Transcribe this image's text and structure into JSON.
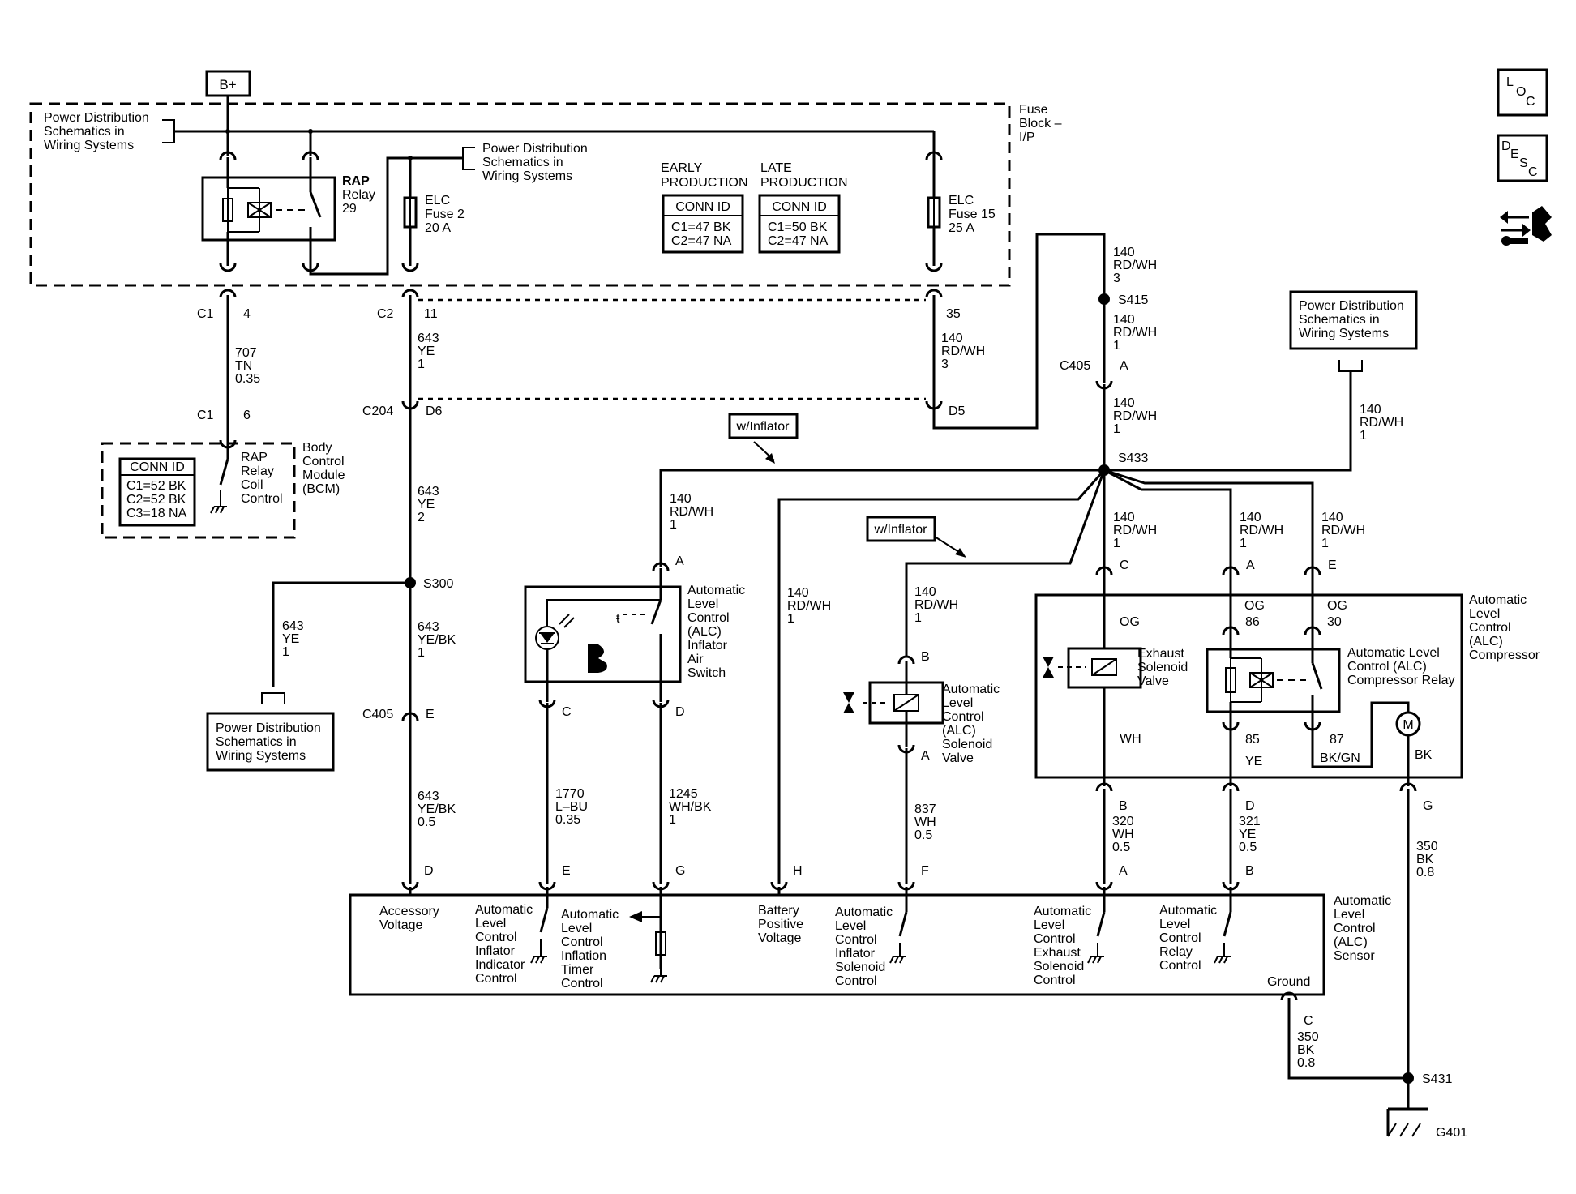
{
  "labels": {
    "bplus": "B+",
    "fuse_block": [
      "Fuse",
      "Block –",
      "I/P"
    ],
    "pd_top_left": [
      "Power Distribution",
      "Schematics in",
      "Wiring Systems"
    ],
    "pd_top_mid": [
      "Power Distribution",
      "Schematics in",
      "Wiring Systems"
    ],
    "pd_right": [
      "Power Distribution",
      "Schematics in",
      "Wiring Systems"
    ],
    "pd_left_bottom": [
      "Power Distribution",
      "Schematics in",
      "Wiring Systems"
    ],
    "rap_relay": [
      "RAP",
      "Relay",
      "29"
    ],
    "elc_fuse2": [
      "ELC",
      "Fuse 2",
      "20 A"
    ],
    "elc_fuse15": [
      "ELC",
      "Fuse 15",
      "25 A"
    ],
    "early_production": [
      "EARLY",
      "PRODUCTION"
    ],
    "late_production": [
      "LATE",
      "PRODUCTION"
    ],
    "conn_id": "CONN ID",
    "early_ids": [
      "C1=47 BK",
      "C2=47 NA"
    ],
    "late_ids": [
      "C1=50 BK",
      "C2=47 NA"
    ],
    "bcm_ids": [
      "C1=52 BK",
      "C2=52 BK",
      "C3=18 NA"
    ],
    "bcm_label": [
      "Body",
      "Control",
      "Module",
      "(BCM)"
    ],
    "rap_coil": [
      "RAP",
      "Relay",
      "Coil",
      "Control"
    ],
    "w_inflator": "w/Inflator",
    "inflator_switch": [
      "Automatic",
      "Level",
      "Control",
      "(ALC)",
      "Inflator",
      "Air",
      "Switch"
    ],
    "solenoid_valve": [
      "Automatic",
      "Level",
      "Control",
      "(ALC)",
      "Solenoid",
      "Valve"
    ],
    "exhaust_valve": [
      "Exhaust",
      "Solenoid",
      "Valve"
    ],
    "comp_relay": [
      "Automatic Level",
      "Control (ALC)",
      "Compressor Relay"
    ],
    "compressor": [
      "Automatic",
      "Level",
      "Control",
      "(ALC)",
      "Compressor"
    ],
    "sensor": [
      "Automatic",
      "Level",
      "Control",
      "(ALC)",
      "Sensor"
    ],
    "ground": "Ground",
    "accessory_voltage": [
      "Accessory",
      "Voltage"
    ],
    "inflator_indicator": [
      "Automatic",
      "Level",
      "Control",
      "Inflator",
      "Indicator",
      "Control"
    ],
    "inflation_timer": [
      "Automatic",
      "Level",
      "Control",
      "Inflation",
      "Timer",
      "Control"
    ],
    "battery_voltage": [
      "Battery",
      "Positive",
      "Voltage"
    ],
    "inflator_solenoid": [
      "Automatic",
      "Level",
      "Control",
      "Inflator",
      "Solenoid",
      "Control"
    ],
    "exhaust_solenoid": [
      "Automatic",
      "Level",
      "Control",
      "Exhaust",
      "Solenoid",
      "Control"
    ],
    "relay_control": [
      "Automatic",
      "Level",
      "Control",
      "Relay",
      "Control"
    ],
    "motor": "M",
    "og": "OG",
    "wh": "WH",
    "ye": "YE",
    "bkgn": "BK/GN",
    "bk": "BK",
    "pin86": "86",
    "pin30": "30",
    "pin85": "85",
    "pin87": "87",
    "icons": {
      "loc": [
        "L",
        "O",
        "C"
      ],
      "desc": [
        "D",
        "E",
        "S",
        "C"
      ]
    }
  },
  "connectors": {
    "c1": "C1",
    "c2": "C2",
    "c204": "C204",
    "c405": "C405",
    "s300": "S300",
    "s415": "S415",
    "s433": "S433",
    "s431": "S431",
    "g401": "G401",
    "p4": "4",
    "p6": "6",
    "p11": "11",
    "p35": "35",
    "pD6": "D6",
    "pD5": "D5",
    "pA": "A",
    "pB": "B",
    "pC": "C",
    "pD": "D",
    "pE": "E",
    "pF": "F",
    "pG": "G",
    "pH": "H"
  },
  "wires": {
    "w707": [
      "707",
      "TN",
      "0.35"
    ],
    "w643_1": [
      "643",
      "YE",
      "1"
    ],
    "w643_2": [
      "643",
      "YE",
      "2"
    ],
    "w643_ye1": [
      "643",
      "YE",
      "1"
    ],
    "w643_yebk1": [
      "643",
      "YE/BK",
      "1"
    ],
    "w643_yebk05": [
      "643",
      "YE/BK",
      "0.5"
    ],
    "w140_3": [
      "140",
      "RD/WH",
      "3"
    ],
    "w140_1": [
      "140",
      "RD/WH",
      "1"
    ],
    "w1770": [
      "1770",
      "L–BU",
      "0.35"
    ],
    "w1245": [
      "1245",
      "WH/BK",
      "1"
    ],
    "w837": [
      "837",
      "WH",
      "0.5"
    ],
    "w320": [
      "320",
      "WH",
      "0.5"
    ],
    "w321": [
      "321",
      "YE",
      "0.5"
    ],
    "w350": [
      "350",
      "BK",
      "0.8"
    ]
  }
}
